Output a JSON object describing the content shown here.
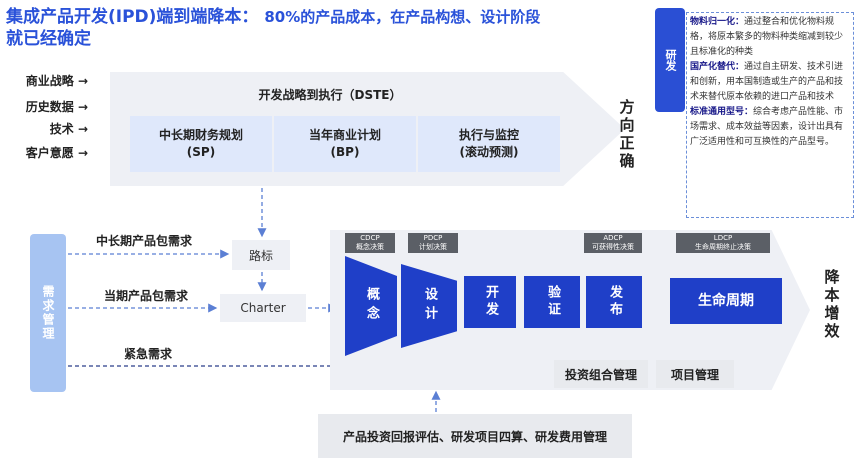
{
  "title": {
    "main": "集成产品开发(IPD)端到端降本：",
    "sub": "80%的产品成本，在产品构想、设计阶段",
    "line2": "就已经确定"
  },
  "inputs": [
    "商业战略 →",
    "历史数据 →",
    "技术 →",
    "客户意愿 →"
  ],
  "dste": {
    "title": "开发战略到执行（DSTE）",
    "boxes": [
      {
        "name": "中长期财务规划",
        "abbr": "(SP)"
      },
      {
        "name": "当年商业计划",
        "abbr": "(BP)"
      },
      {
        "name": "执行与监控",
        "abbr": "(滚动预测)"
      }
    ]
  },
  "direction_text": "方向正确",
  "rnd": {
    "label": "研发",
    "items": [
      {
        "head": "物料归一化：",
        "text": "通过整合和优化物料规格，将原本繁多的物料种类缩减到较少且标准化的种类"
      },
      {
        "head": "国产化替代：",
        "text": "通过自主研发、技术引进和创新，用本国制造或生产的产品和技术来替代原本依赖的进口产品和技术"
      },
      {
        "head": "标准通用型号：",
        "text": "综合考虑产品性能、市场需求、成本效益等因素，设计出具有广泛适用性和可互换性的产品型号。"
      }
    ]
  },
  "demand": {
    "label": "需求管理",
    "mid_long": "中长期产品包需求",
    "current": "当期产品包需求",
    "urgent": "紧急需求"
  },
  "roadmap": "路标",
  "charter": "Charter",
  "dcp": [
    {
      "code": "CDCP",
      "desc": "概念决策"
    },
    {
      "code": "PDCP",
      "desc": "计划决策"
    },
    {
      "code": "ADCP",
      "desc": "可获得性决策"
    },
    {
      "code": "LDCP",
      "desc": "生命周期终止决策"
    }
  ],
  "phases": [
    "概念",
    "设计",
    "开发",
    "验证",
    "发布"
  ],
  "lifecycle": "生命周期",
  "growth_text": "降本增效",
  "portfolio": "投资组合管理",
  "project_mgmt": "项目管理",
  "bottom_box": "产品投资回报评估、研发项目四算、研发费用管理",
  "colors": {
    "accent": "#2a52d9",
    "phase": "#1f3fc8",
    "demand": "#a7c4f2",
    "dcp": "#5b5f66"
  }
}
